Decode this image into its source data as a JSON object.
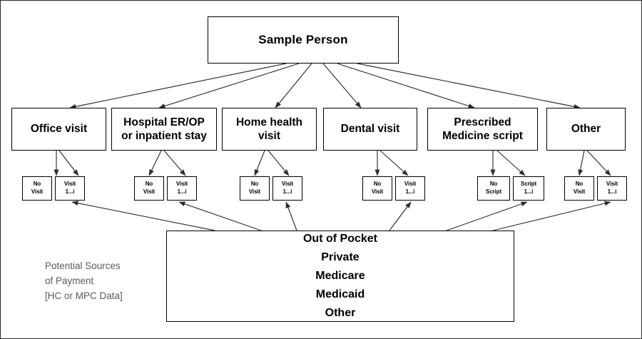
{
  "diagram": {
    "title": "Sample Person",
    "root": {
      "label": "Sample Person"
    },
    "categories": [
      {
        "id": "office-visit",
        "line1": "Office visit",
        "line2": ""
      },
      {
        "id": "hospital-er-op",
        "line1": "Hospital ER/OP",
        "line2": "or inpatient stay"
      },
      {
        "id": "home-health-visit",
        "line1": "Home health",
        "line2": "visit"
      },
      {
        "id": "dental-visit",
        "line1": "Dental visit",
        "line2": ""
      },
      {
        "id": "prescribed-medicine-script",
        "line1": "Prescribed",
        "line2": "Medicine script"
      },
      {
        "id": "other",
        "line1": "Other",
        "line2": ""
      }
    ],
    "events": [
      {
        "id": "office-visit-none",
        "line1": "No",
        "line2": "Visit"
      },
      {
        "id": "office-visit-enumerated",
        "line1": "Visit",
        "line2": "1...i"
      },
      {
        "id": "hospital-er-op-none",
        "line1": "No",
        "line2": "Visit"
      },
      {
        "id": "hospital-er-op-enumerated",
        "line1": "Visit",
        "line2": "1...i"
      },
      {
        "id": "home-health-visit-none",
        "line1": "No",
        "line2": "Visit"
      },
      {
        "id": "home-health-visit-enumerated",
        "line1": "Visit",
        "line2": "1...i"
      },
      {
        "id": "dental-visit-none",
        "line1": "No",
        "line2": "Visit"
      },
      {
        "id": "dental-visit-enumerated",
        "line1": "Visit",
        "line2": "1...i"
      },
      {
        "id": "prescribed-medicine-none",
        "line1": "No",
        "line2": "Script"
      },
      {
        "id": "prescribed-medicine-enumerated",
        "line1": "Script",
        "line2": "1...i"
      },
      {
        "id": "other-none",
        "line1": "No",
        "line2": "Visit"
      },
      {
        "id": "other-enumerated",
        "line1": "Visit",
        "line2": "1...i"
      }
    ],
    "payment": {
      "sources": [
        "Out of Pocket",
        "Private",
        "Medicare",
        "Medicaid",
        "Other"
      ]
    },
    "caption": {
      "line1": "Potential Sources",
      "line2": "of Payment",
      "line3": "[HC or MPC Data]"
    },
    "colors": {
      "border": "#000000",
      "outer_border": "#2b2b2b",
      "background": "#ffffff",
      "text": "#000000",
      "caption_text": "#5a5a5a",
      "edge": "#3a3a3a"
    }
  }
}
